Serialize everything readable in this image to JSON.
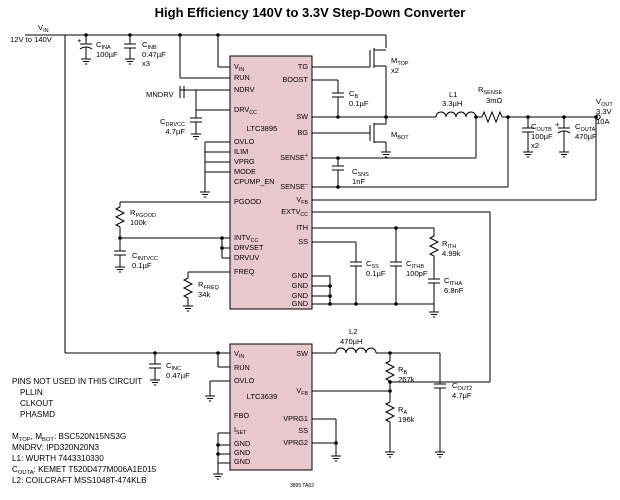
{
  "title": "High Efficiency 140V to 3.3V Step-Down Converter",
  "vin": {
    "name": "V",
    "sub": "IN",
    "range": "12V to 140V"
  },
  "vout": {
    "name": "V",
    "sub": "OUT",
    "voltage": "3.3V",
    "current": "10A"
  },
  "ic1": {
    "name": "LTC3895",
    "left_pins": [
      {
        "t": "V",
        "s": "IN"
      },
      {
        "t": "RUN"
      },
      {
        "t": "NDRV"
      },
      {
        "t": "DRV",
        "s": "CC"
      },
      {
        "t": "OVLO"
      },
      {
        "t": "ILIM"
      },
      {
        "t": "VPRG"
      },
      {
        "t": "MODE"
      },
      {
        "t": "CPUMP_EN"
      },
      {
        "t": "PGOOD"
      },
      {
        "t": "INTV",
        "s": "CC"
      },
      {
        "t": "DRVSET"
      },
      {
        "t": "DRVUV"
      },
      {
        "t": "FREQ"
      }
    ],
    "right_pins": [
      {
        "t": "TG"
      },
      {
        "t": "BOOST"
      },
      {
        "t": "SW"
      },
      {
        "t": "BG"
      },
      {
        "t": "SENSE",
        "sup": "+"
      },
      {
        "t": "SENSE",
        "sup": "–"
      },
      {
        "t": "V",
        "s": "FB"
      },
      {
        "t": "EXTV",
        "s": "CC"
      },
      {
        "t": "ITH"
      },
      {
        "t": "SS"
      },
      {
        "t": "GND"
      },
      {
        "t": "GND"
      },
      {
        "t": "GND"
      },
      {
        "t": "GND"
      }
    ]
  },
  "ic2": {
    "name": "LTC3639",
    "left_pins": [
      {
        "t": "V",
        "s": "IN"
      },
      {
        "t": "RUN"
      },
      {
        "t": "OVLO"
      },
      {
        "t": "FBO"
      },
      {
        "t": "I",
        "s": "SET"
      },
      {
        "t": "GND"
      },
      {
        "t": "GND"
      },
      {
        "t": "GND"
      }
    ],
    "right_pins": [
      {
        "t": "SW"
      },
      {
        "t": "V",
        "s": "FB"
      },
      {
        "t": "VPRG1"
      },
      {
        "t": "SS"
      },
      {
        "t": "VPRG2"
      }
    ]
  },
  "components": {
    "cina": {
      "n": "C",
      "s": "INA",
      "v": "100µF"
    },
    "cinb": {
      "n": "C",
      "s": "INB",
      "v": "0.47µF",
      "x": "x3"
    },
    "mtop": {
      "n": "M",
      "s": "TOP",
      "x": "x2"
    },
    "mbot": {
      "n": "M",
      "s": "BOT"
    },
    "mndrv": {
      "n": "MNDRV"
    },
    "cb": {
      "n": "C",
      "s": "B",
      "v": "0.1µF"
    },
    "l1": {
      "n": "L1",
      "v": "3.3µH"
    },
    "rsense": {
      "n": "R",
      "s": "SENSE",
      "v": "3mΩ"
    },
    "cdrvcc": {
      "n": "C",
      "s": "DRVCC",
      "v": "4.7µF"
    },
    "csns": {
      "n": "C",
      "s": "SNS",
      "v": "1nF"
    },
    "coutb": {
      "n": "C",
      "s": "OUTB",
      "v": "100µF",
      "x": "x2"
    },
    "couta": {
      "n": "C",
      "s": "OUTA",
      "v": "470µF"
    },
    "rpgood": {
      "n": "R",
      "s": "PGOOD",
      "v": "100k"
    },
    "cintvcc": {
      "n": "C",
      "s": "INTVCC",
      "v": "0.1µF"
    },
    "rfreq": {
      "n": "R",
      "s": "FREQ",
      "v": "34k"
    },
    "css": {
      "n": "C",
      "s": "SS",
      "v": "0.1µF"
    },
    "cithb": {
      "n": "C",
      "s": "ITHB",
      "v": "100pF"
    },
    "rith": {
      "n": "R",
      "s": "ITH",
      "v": "4.99k"
    },
    "citha": {
      "n": "C",
      "s": "ITHA",
      "v": "6.8nF"
    },
    "l2": {
      "n": "L2",
      "v": "470µH"
    },
    "cinc": {
      "n": "C",
      "s": "INC",
      "v": "0.47µF"
    },
    "rb": {
      "n": "R",
      "s": "B",
      "v": "267k"
    },
    "ra": {
      "n": "R",
      "s": "A",
      "v": "196k"
    },
    "cout2": {
      "n": "C",
      "s": "OUT2",
      "v": "4.7µF"
    }
  },
  "notes": {
    "unused_title": "PINS NOT USED IN THIS CIRCUIT",
    "unused": [
      "PLLIN",
      "CLKOUT",
      "PHASMD"
    ],
    "parts": [
      {
        "a": "M",
        "as": "TOP",
        "b": ", M",
        "bs": "BOT",
        "c": ": BSC520N15NS3G"
      },
      {
        "a": "MNDRV: IPD320N20N3"
      },
      {
        "a": "L1: WURTH 7443310330"
      },
      {
        "a": "C",
        "as": "OUTA",
        "c": ": KEMET T520D477M006A1E015"
      },
      {
        "a": "L2: COILCRAFT MSS1048T-474KLB"
      }
    ],
    "doc_id": "3895 TA02"
  }
}
